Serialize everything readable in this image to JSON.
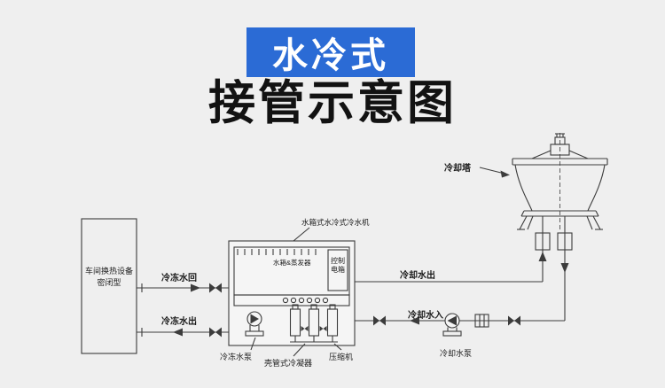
{
  "colors": {
    "background": "#efefef",
    "badge_background": "#2b6bd5",
    "badge_text": "#ffffff",
    "heading_text": "#121212",
    "line": "#3c3c3c"
  },
  "header": {
    "badge": "水冷式",
    "heading": "接管示意图"
  },
  "equipment": {
    "line1": "车间换热设备",
    "line2": "密闭型"
  },
  "labels": {
    "chilled_return": "冷冻水回",
    "chilled_supply": "冷冻水出",
    "chilled_pump": "冷冻水泵",
    "condenser": "壳管式冷凝器",
    "compressor": "压缩机",
    "annotation": "水箱式水冷式冷水机",
    "tank": "水箱&蒸发器",
    "control_line1": "控制",
    "control_line2": "电箱",
    "cooling_out": "冷却水出",
    "cooling_in": "冷却水入",
    "cooling_pump": "冷却水泵",
    "cooling_tower": "冷却塔"
  }
}
